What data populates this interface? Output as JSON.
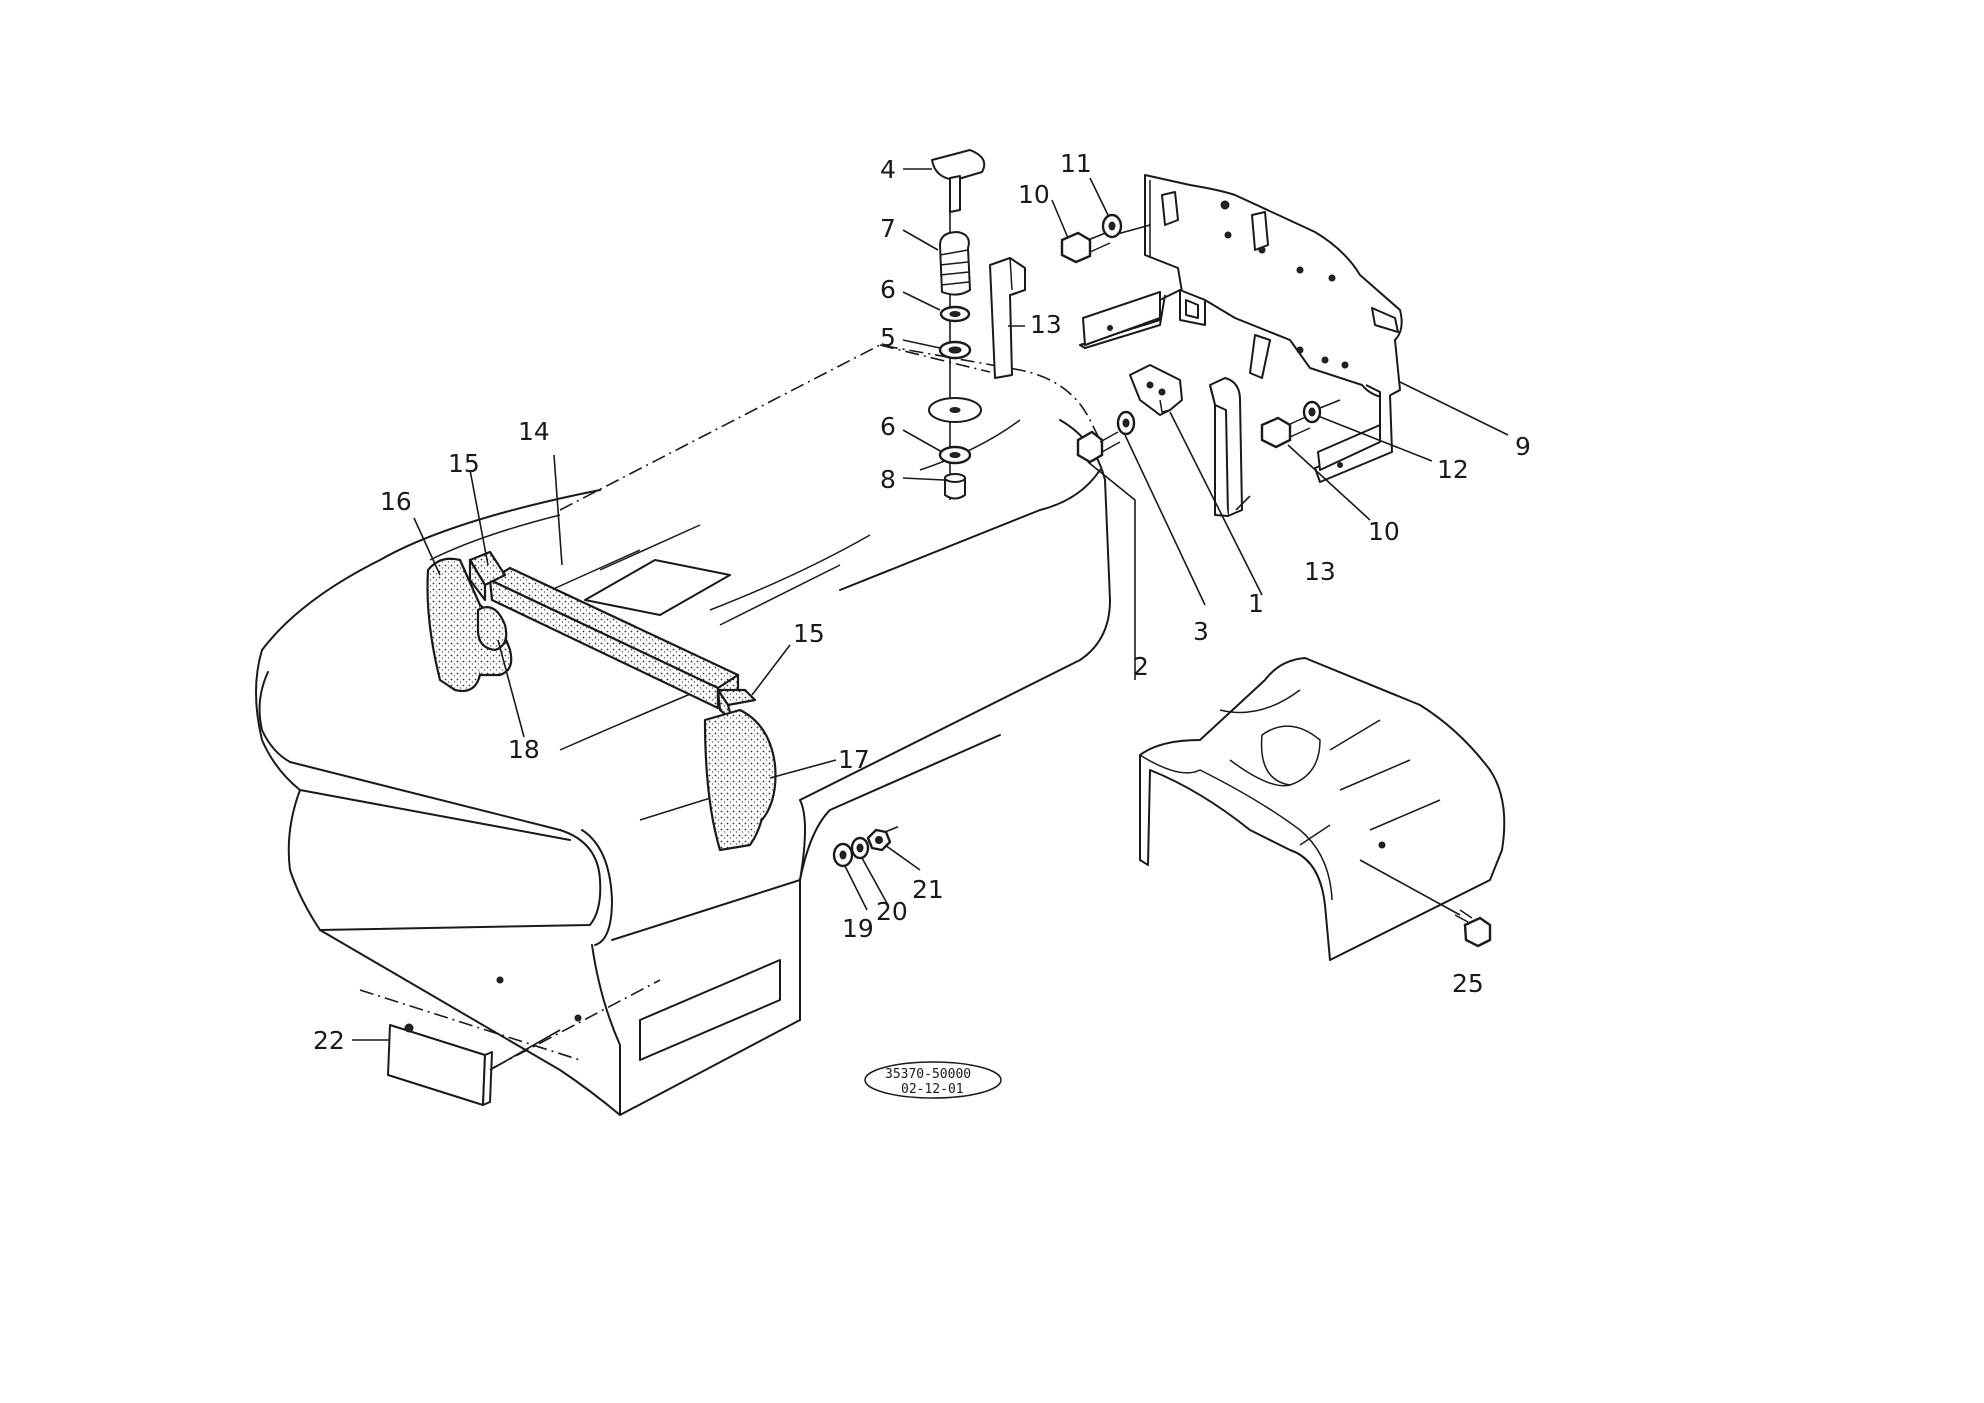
{
  "callouts": [
    {
      "id": "1",
      "label": "1"
    },
    {
      "id": "2",
      "label": "2"
    },
    {
      "id": "3",
      "label": "3"
    },
    {
      "id": "4",
      "label": "4"
    },
    {
      "id": "5",
      "label": "5"
    },
    {
      "id": "6a",
      "label": "6"
    },
    {
      "id": "6b",
      "label": "6"
    },
    {
      "id": "7",
      "label": "7"
    },
    {
      "id": "8",
      "label": "8"
    },
    {
      "id": "9",
      "label": "9"
    },
    {
      "id": "10a",
      "label": "10"
    },
    {
      "id": "10b",
      "label": "10"
    },
    {
      "id": "11",
      "label": "11"
    },
    {
      "id": "12",
      "label": "12"
    },
    {
      "id": "13a",
      "label": "13"
    },
    {
      "id": "13b",
      "label": "13"
    },
    {
      "id": "14",
      "label": "14"
    },
    {
      "id": "15a",
      "label": "15"
    },
    {
      "id": "15b",
      "label": "15"
    },
    {
      "id": "16",
      "label": "16"
    },
    {
      "id": "17",
      "label": "17"
    },
    {
      "id": "18",
      "label": "18"
    },
    {
      "id": "19",
      "label": "19"
    },
    {
      "id": "20",
      "label": "20"
    },
    {
      "id": "21",
      "label": "21"
    },
    {
      "id": "22",
      "label": "22"
    },
    {
      "id": "25",
      "label": "25"
    }
  ],
  "stamp": {
    "line1": "35370-50000",
    "line2": "02-12-01"
  }
}
